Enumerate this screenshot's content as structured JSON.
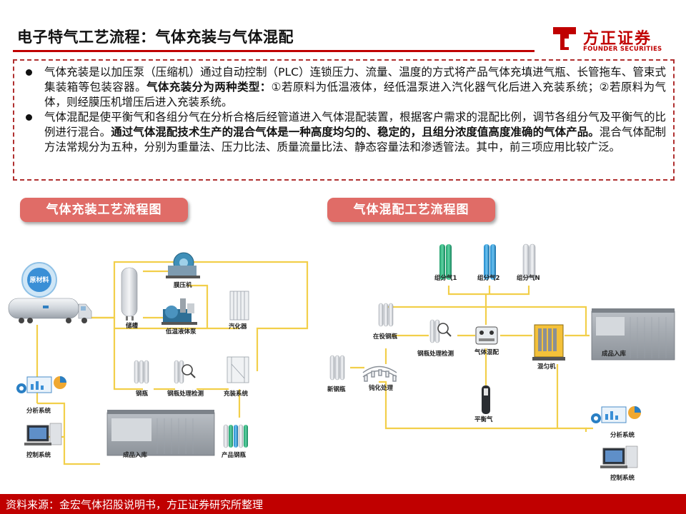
{
  "header": {
    "title": "电子特气工艺流程：气体充装与气体混配",
    "logo_name": "方正证券",
    "logo_sub": "FOUNDER SECURITIES"
  },
  "summary": {
    "bullet1_part1": "气体充装是以加压泵（压缩机）通过自动控制（PLC）连锁压力、流量、温度的方式将产品气体充填进气瓶、长管拖车、管束式集装箱等包装容器。",
    "bullet1_bold": "气体充装分为两种类型：",
    "bullet1_part2": "①若原料为低温液体，经低温泵进入汽化器气化后进入充装系统；②若原料为气体，则经膜压机增压后进入充装系统。",
    "bullet2_part1": "气体混配是使平衡气和各组分气在分析合格后经管道进入气体混配装置，根据客户需求的混配比例，调节各组分气及平衡气的比例进行混合。",
    "bullet2_bold": "通过气体混配技术生产的混合气体是一种高度均匀的、稳定的，且组分浓度值高度准确的气体产品。",
    "bullet2_part2": "混合气体配制方法常规分为五种，分别为重量法、压力比法、质量流量比法、静态容量法和渗透管法。其中，前三项应用比较广泛。"
  },
  "filling": {
    "title": "气体充装工艺流程图",
    "raw_material": "原材料",
    "nodes": {
      "storage_tank": "储槽",
      "membrane_compressor": "膜压机",
      "cryogenic_pump": "低温液体泵",
      "vaporizer": "汽化器",
      "cylinder": "钢瓶",
      "cylinder_inspection": "钢瓶处理检测",
      "filling_system": "充装系统",
      "analysis_system": "分析系统",
      "control_system": "控制系统",
      "warehouse": "成品入库",
      "product_cylinder": "产品钢瓶"
    }
  },
  "mixing": {
    "title": "气体混配工艺流程图",
    "nodes": {
      "component_1": "组分气1",
      "component_2": "组分气2",
      "component_n": "组分气N",
      "in_service_cylinder": "在役钢瓶",
      "cylinder_inspection": "钢瓶处理检测",
      "gas_mixing": "气体混配",
      "homogenizer": "混匀机",
      "warehouse": "成品入库",
      "new_cylinder": "新钢瓶",
      "passivation": "钝化处理",
      "balance_gas": "平衡气",
      "analysis_system": "分析系统",
      "control_system": "控制系统"
    }
  },
  "colors": {
    "brand": "#c00000",
    "pill": "#e06c67",
    "flow_line": "#f2cf4a"
  },
  "footer": {
    "source": "资料来源：金宏气体招股说明书，方正证券研究所整理"
  }
}
